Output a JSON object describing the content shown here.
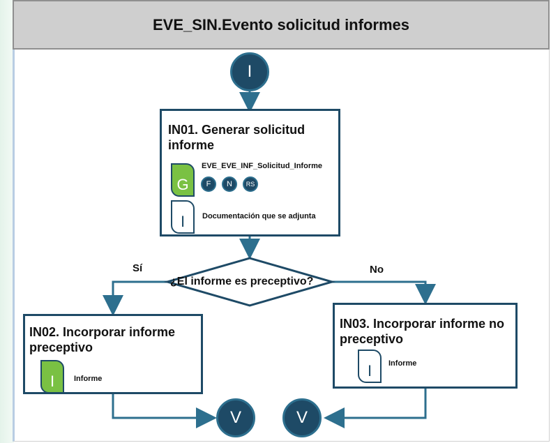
{
  "header": {
    "title": "EVE_SIN.Evento solicitud informes"
  },
  "start_node": {
    "label": "I"
  },
  "in01": {
    "title_line1": "IN01. Generar solicitud",
    "title_line2": "informe",
    "doc_generated": {
      "letter": "G",
      "label": "EVE_EVE_INF_Solicitud_Informe",
      "color": "#7ac143"
    },
    "badges": [
      "F",
      "N",
      "RS"
    ],
    "doc_input": {
      "letter": "I",
      "label": "Documentación que se adjunta"
    }
  },
  "decision": {
    "question": "¿El informe es preceptivo?",
    "yes_label": "Sí",
    "no_label": "No"
  },
  "in02": {
    "title_line1": "IN02. Incorporar informe",
    "title_line2": "preceptivo",
    "doc": {
      "letter": "I",
      "label": "Informe",
      "color": "#7ac143"
    }
  },
  "in03": {
    "title_line1": "IN03. Incorporar informe no",
    "title_line2": "preceptivo",
    "doc": {
      "letter": "I",
      "label": "Informe"
    }
  },
  "end_nodes": [
    {
      "label": "V"
    },
    {
      "label": "V"
    }
  ],
  "colors": {
    "node_fill": "#1e4a66",
    "connector": "#2d6f8e",
    "header_bg": "#cfcfcf"
  }
}
